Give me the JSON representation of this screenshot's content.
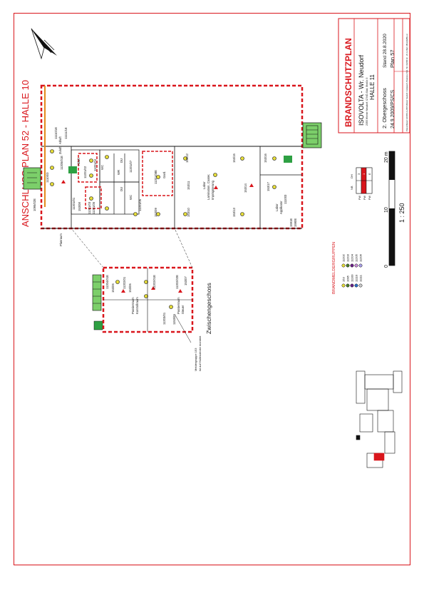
{
  "header": {
    "title": "ANSCHLUSS PLAN 52 - HALLE 10"
  },
  "titleblock": {
    "plan_title": "BRANDSCHUTZPLAN",
    "company": "ISOVOLTA - Wr. Neudorf",
    "company_sub": "2355 Wiener Neudorf, IZ NÖ-Süd, Straße 3",
    "hall": "HALLE 11",
    "floor": "2. Obergeschoss",
    "stand": "Stand 28.8.2020",
    "date_code": "24.9.2009/PS/CS",
    "plan_no": "Plan 57",
    "footer": "Planverfasser: EFFBO-A-2355 Wiener Neudorf, Campus21, Business Park, Tel. 02236/ 42 - 20, E-Mail: office@effbo.at"
  },
  "scale": {
    "t0": "0",
    "t10": "10",
    "t20": "20 m",
    "ratio": "1 : 250"
  },
  "legend": {
    "title": "BRANDMELDERGRUPPEN",
    "items": [
      {
        "code": "153",
        "color": "#e6dd3a"
      },
      {
        "code": "1095",
        "color": "#4a7a2c"
      },
      {
        "code": "11100",
        "color": "#6a1f86"
      },
      {
        "code": "11110",
        "color": "#2b6fc9"
      },
      {
        "code": "11111",
        "color": "#c9c9c9"
      },
      {
        "code": "11202",
        "color": "#e6dd3a"
      },
      {
        "code": "11203",
        "color": "#4a7a2c"
      },
      {
        "code": "11204",
        "color": "#6a1f86"
      },
      {
        "code": "11205",
        "color": "#c98bd6"
      },
      {
        "code": "11206",
        "color": "#a8a0e6"
      }
    ],
    "table": {
      "col1": "NB",
      "col2": "DH",
      "row1_nb": "3",
      "row2_dh": "1",
      "row3": "E",
      "rows": [
        "FW",
        "FW",
        "FW"
      ]
    }
  },
  "zones": {
    "mezzanine_label": "Zwischengeschoss",
    "mezzanine_note_1": "Meldergruppe 153",
    "mezzanine_note_2": "ist auf Hallendecke montiert",
    "planraum": "Planraum",
    "room_labor_1": "Labor",
    "room_labor_1b": "Lamination, Coater,",
    "room_labor_1c": "Imprägnierung",
    "room_labor_2": "Labor",
    "room_labor_2b": "Applikator",
    "room_garderobe": "Gard.",
    "room_passierraum_1": "Passierraum",
    "room_passierraum_1b": "Kontrollraum",
    "room_passierraum_2": "Passierraum",
    "room_passierraum_2b": "Steuer"
  },
  "rooms": {
    "r_11201_08e": "11201/08E",
    "r_11201_07": "11201/07",
    "r_11201_06": "11201/06",
    "r_11201_05": "11201/05",
    "r_11201_04": "11201/04",
    "r_11201_03": "11201/03",
    "r_11201_02": "11201/02",
    "r_11201_01": "11201/01",
    "r_11110_1e": "11110/1E",
    "r_11111_1e": "11111/1E",
    "r_11205_01e": "11205/01E",
    "r_11100_3": "11100/3",
    "r_1095_02e": "1095/02E",
    "r_153_16": "153/16",
    "r_153_17": "153/17",
    "r_153_15": "153/15",
    "r_153_14": "153/14",
    "r_153_13": "153/13",
    "r_153_12": "153/12",
    "r_153_11": "153/11",
    "r_153_10": "153/10",
    "r_153_09": "153/09",
    "r_153_08": "153/08",
    "r_1591e": "1591E",
    "r_1590e": "1590E",
    "r_111003": "111003",
    "r_11202_01e": "11202/01E",
    "r_11202_02e": "11202/02E",
    "r_11202_01": "11202/01",
    "r_11203_01": "11203/01",
    "r_11204_01e": "11204/01E",
    "r_1153_00": "1153/00",
    "r_153_07": "153/07",
    "r_153_06": "153/06",
    "r_153_05": "153/05",
    "wc1": "WC",
    "wc2": "WC",
    "wr": "WR",
    "du1": "DU",
    "du2": "DU",
    "zuluft": "Zuluft",
    "abluft": "Abluft",
    "abluft2": "Abluft"
  }
}
